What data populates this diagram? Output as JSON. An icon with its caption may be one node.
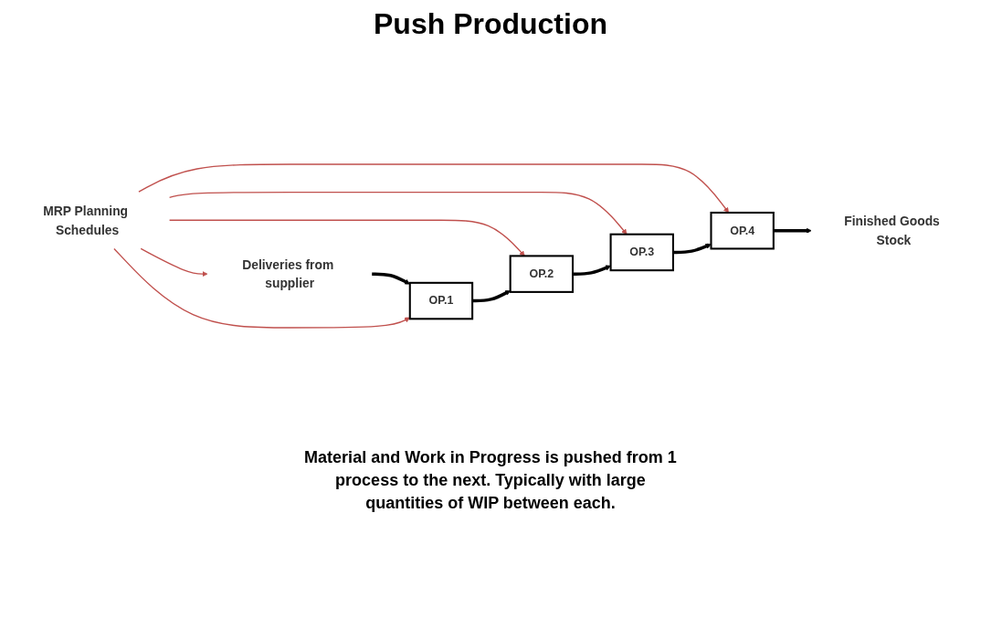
{
  "diagram": {
    "title": "Push Production",
    "nodes": [
      {
        "text": [
          "Deliveries from supplier"
        ]
      },
      {
        "text": [
          "MRP Planning Schedules"
        ]
      },
      {
        "text": [
          "OP.1"
        ]
      },
      {
        "text": [
          "OP.2"
        ]
      },
      {
        "text": [
          "OP.3"
        ]
      },
      {
        "text": [
          "OP.4"
        ]
      },
      {
        "text": [
          "Finished Goods Stock"
        ]
      }
    ],
    "edges": [
      {
        "from": 1,
        "to": 0,
        "arrow": "to",
        "color": "#c0504d"
      },
      {
        "from": 0,
        "to": 2,
        "arrow": "to",
        "style": "thick",
        "color": "#000000"
      },
      {
        "from": 1,
        "to": 2,
        "arrow": "to",
        "color": "#c0504d"
      },
      {
        "from": 1,
        "to": 3,
        "arrow": "to",
        "color": "#c0504d"
      },
      {
        "from": 1,
        "to": 4,
        "arrow": "to",
        "color": "#c0504d"
      },
      {
        "from": 1,
        "to": 5,
        "arrow": "to",
        "color": "#c0504d"
      },
      {
        "from": 2,
        "to": 3,
        "arrow": "to",
        "style": "thick",
        "color": "#000000"
      },
      {
        "from": 3,
        "to": 4,
        "arrow": "to",
        "style": "thick",
        "color": "#000000"
      },
      {
        "from": 4,
        "to": 5,
        "arrow": "to",
        "style": "thick",
        "color": "#000000"
      },
      {
        "from": 5,
        "to": 6,
        "arrow": "to",
        "style": "thick",
        "color": "#000000"
      }
    ],
    "labels": [
      "Material and Work in Progress is pushed from 1 process to the next. Typically with large quantities of WIP between each."
    ]
  }
}
